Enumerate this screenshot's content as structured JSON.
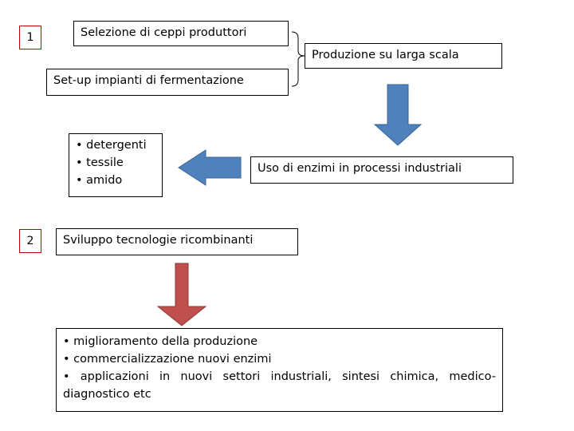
{
  "step_markers": [
    "1",
    "2"
  ],
  "section1": {
    "selection": "Selezione di ceppi produttori",
    "setup": "Set-up impianti di fermentazione",
    "large_scale": "Produzione su larga scala",
    "industrial_use": "Uso di enzimi in processi industriali",
    "applications": [
      "• detergenti",
      "• tessile",
      "• amido"
    ]
  },
  "section2": {
    "recombinant": "Sviluppo tecnologie ricombinanti",
    "outcomes": {
      "line1": "• miglioramento della produzione",
      "line2": "• commercializzazione nuovi enzimi",
      "line3a": "• applicazioni in nuovi settori industriali, sintesi chimica, medico-",
      "line3b": "diagnostico etc"
    }
  },
  "colors": {
    "blue_arrow": "#4f81bd",
    "red_arrow": "#c0504d",
    "marker_border": "#c00000"
  }
}
